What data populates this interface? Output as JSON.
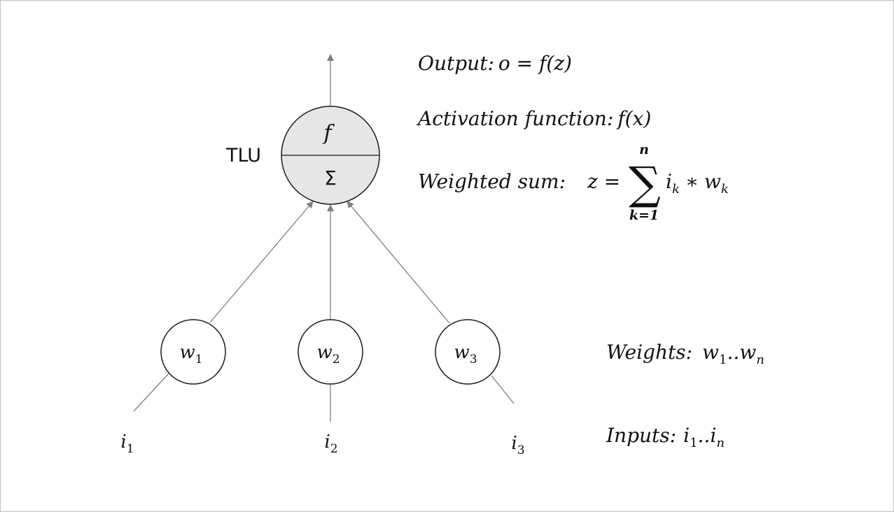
{
  "tlu": {
    "label": "TLU",
    "top_symbol": "f",
    "bottom_symbol": "Σ"
  },
  "weights": [
    {
      "base": "w",
      "sub": "1"
    },
    {
      "base": "w",
      "sub": "2"
    },
    {
      "base": "w",
      "sub": "3"
    }
  ],
  "inputs": [
    {
      "base": "i",
      "sub": "1"
    },
    {
      "base": "i",
      "sub": "2"
    },
    {
      "base": "i",
      "sub": "3"
    }
  ],
  "annotations": {
    "output": {
      "label": "Output:",
      "formula": "o = f(z)"
    },
    "activation": {
      "label": "Activation function:",
      "formula": "f(x)"
    },
    "weighted_sum": {
      "label": "Weighted sum:",
      "lhs": "z =",
      "sigma": "∑",
      "upper": "n",
      "lower": "k=1",
      "term_a": "i",
      "term_a_sub": "k",
      "times": "∗",
      "term_b": "w",
      "term_b_sub": "k"
    },
    "weights": {
      "label": "Weights:",
      "a": "w",
      "a_sub": "1",
      "dots": "..",
      "b": "w",
      "b_sub": "n"
    },
    "inputs": {
      "label": "Inputs:",
      "a": "i",
      "a_sub": "1",
      "dots": "..",
      "b": "i",
      "b_sub": "n"
    }
  },
  "colors": {
    "node_fill": "#e6e6e6",
    "line": "#7f7f7f",
    "stroke": "#1a1a1a"
  }
}
